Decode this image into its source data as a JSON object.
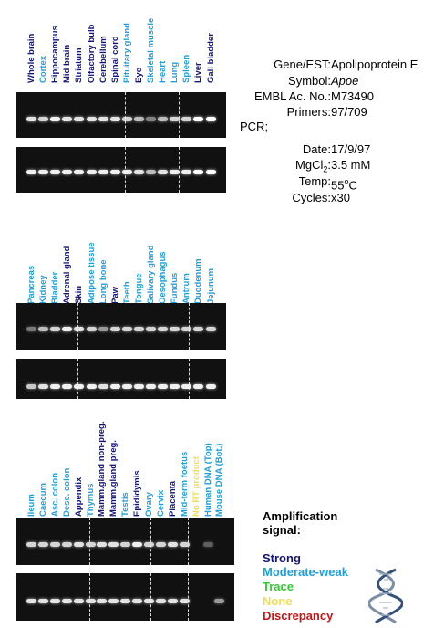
{
  "colors": {
    "strong": "#14147a",
    "moderate": "#1ea0dc",
    "trace": "#33cc33",
    "none": "#f0dc5a",
    "discrepancy": "#c81414"
  },
  "panels": [
    {
      "lanes": [
        {
          "name": "Whole brain",
          "signal": "strong",
          "row1": 0.9,
          "row2": 0.95
        },
        {
          "name": "Cortex",
          "signal": "moderate",
          "row1": 0.85,
          "row2": 0.95
        },
        {
          "name": "Hippocampus",
          "signal": "strong",
          "row1": 0.95,
          "row2": 0.95
        },
        {
          "name": "Mid brain",
          "signal": "strong",
          "row1": 0.9,
          "row2": 0.95
        },
        {
          "name": "Striatum",
          "signal": "strong",
          "row1": 0.9,
          "row2": 0.95
        },
        {
          "name": "Olfactory bulb",
          "signal": "strong",
          "row1": 0.9,
          "row2": 0.95
        },
        {
          "name": "Cerebellum",
          "signal": "strong",
          "row1": 0.9,
          "row2": 0.95
        },
        {
          "name": "Spinal cord",
          "signal": "strong",
          "row1": 0.9,
          "row2": 0.95
        },
        {
          "name": "Pituitary gland",
          "signal": "moderate",
          "row1": 0.85,
          "row2": 0.95
        },
        {
          "name": "Eye",
          "signal": "strong",
          "row1": 0.75,
          "row2": 0.9
        },
        {
          "name": "Skeletal muscle",
          "signal": "moderate",
          "row1": 0.5,
          "row2": 0.75
        },
        {
          "name": "Heart",
          "signal": "moderate",
          "row1": 0.75,
          "row2": 0.9
        },
        {
          "name": "Lung",
          "signal": "moderate",
          "row1": 0.85,
          "row2": 0.95
        },
        {
          "name": "Spleen",
          "signal": "moderate",
          "row1": 0.85,
          "row2": 0.95
        },
        {
          "name": "Liver",
          "signal": "strong",
          "row1": 1.0,
          "row2": 1.0
        },
        {
          "name": "Gall bladder",
          "signal": "strong",
          "row1": 1.0,
          "row2": 1.0
        }
      ]
    },
    {
      "lanes": [
        {
          "name": "Pancreas",
          "signal": "moderate",
          "row1": 0.45,
          "row2": 0.8
        },
        {
          "name": "Kidney",
          "signal": "moderate",
          "row1": 0.75,
          "row2": 0.9
        },
        {
          "name": "Bladder",
          "signal": "moderate",
          "row1": 0.85,
          "row2": 0.95
        },
        {
          "name": "Adrenal gland",
          "signal": "strong",
          "row1": 0.95,
          "row2": 0.95
        },
        {
          "name": "Skin",
          "signal": "strong",
          "row1": 0.9,
          "row2": 0.95
        },
        {
          "name": "Adipose tissue",
          "signal": "moderate",
          "row1": 0.85,
          "row2": 0.95
        },
        {
          "name": "Long bone",
          "signal": "moderate",
          "row1": 0.6,
          "row2": 0.9
        },
        {
          "name": "Paw",
          "signal": "strong",
          "row1": 0.85,
          "row2": 0.95
        },
        {
          "name": "Teeth",
          "signal": "moderate",
          "row1": 0.85,
          "row2": 0.95
        },
        {
          "name": "Tongue",
          "signal": "moderate",
          "row1": 0.85,
          "row2": 0.95
        },
        {
          "name": "Salivary gland",
          "signal": "moderate",
          "row1": 0.85,
          "row2": 0.95
        },
        {
          "name": "Oesophagus",
          "signal": "moderate",
          "row1": 0.85,
          "row2": 0.95
        },
        {
          "name": "Fundus",
          "signal": "moderate",
          "row1": 0.85,
          "row2": 0.95
        },
        {
          "name": "Antrum",
          "signal": "moderate",
          "row1": 0.85,
          "row2": 0.95
        },
        {
          "name": "Duodenum",
          "signal": "moderate",
          "row1": 0.85,
          "row2": 0.95
        },
        {
          "name": "Jejunum",
          "signal": "moderate",
          "row1": 0.85,
          "row2": 0.95
        }
      ]
    },
    {
      "lanes": [
        {
          "name": "Ileum",
          "signal": "moderate",
          "row1": 0.85,
          "row2": 0.9
        },
        {
          "name": "Caecum",
          "signal": "moderate",
          "row1": 0.85,
          "row2": 0.9
        },
        {
          "name": "Asc. colon",
          "signal": "moderate",
          "row1": 0.85,
          "row2": 0.9
        },
        {
          "name": "Desc. colon",
          "signal": "moderate",
          "row1": 0.85,
          "row2": 0.9
        },
        {
          "name": "Appendix",
          "signal": "strong",
          "row1": 0.9,
          "row2": 0.9
        },
        {
          "name": "Thymus",
          "signal": "moderate",
          "row1": 0.85,
          "row2": 0.9
        },
        {
          "name": "Mamm.gland non-preg.",
          "signal": "strong",
          "row1": 0.9,
          "row2": 0.9
        },
        {
          "name": "Mamm.gland preg.",
          "signal": "strong",
          "row1": 0.9,
          "row2": 0.9
        },
        {
          "name": "Testis",
          "signal": "moderate",
          "row1": 0.85,
          "row2": 0.9
        },
        {
          "name": "Epididymis",
          "signal": "strong",
          "row1": 0.95,
          "row2": 0.9
        },
        {
          "name": "Ovary",
          "signal": "moderate",
          "row1": 0.85,
          "row2": 0.9
        },
        {
          "name": "Cervix",
          "signal": "moderate",
          "row1": 0.85,
          "row2": 0.9
        },
        {
          "name": "Placenta",
          "signal": "strong",
          "row1": 0.9,
          "row2": 0.9
        },
        {
          "name": "Mid-term foetus",
          "signal": "moderate",
          "row1": 0.85,
          "row2": 0.9
        },
        {
          "name": "No RT product",
          "signal": "none",
          "row1": 0,
          "row2": 0
        },
        {
          "name": "Human DNA (Top)",
          "signal": "moderate",
          "row1": 0.3,
          "row2": 0
        },
        {
          "name": "Mouse DNA (Bot.)",
          "signal": "moderate",
          "row1": 0,
          "row2": 0.6
        }
      ]
    }
  ],
  "info": [
    {
      "key": "Gene/EST:",
      "value": "Apolipoprotein E"
    },
    {
      "key": "Symbol:",
      "value": "Apoe"
    },
    {
      "key": "EMBL Ac. No.:",
      "value": "M73490"
    },
    {
      "key": "Primers:",
      "value": "97/709"
    },
    {
      "key": "PCR;",
      "value": ""
    },
    {
      "key": "Date:",
      "value": "17/9/97"
    },
    {
      "key": "MgCl",
      "sub": "2",
      "key_tail": ":",
      "value": "3.5 mM"
    },
    {
      "key": "Temp:",
      "value": "55",
      "sup": "o",
      "value_tail": "C"
    },
    {
      "key": "Cycles:",
      "value": "x30"
    }
  ],
  "legend": {
    "title_line1": "Amplification",
    "title_line2": "signal:",
    "items": [
      {
        "label": "Strong",
        "color": "#14147a"
      },
      {
        "label": "Moderate-weak",
        "color": "#1ea0dc"
      },
      {
        "label": "Trace",
        "color": "#33cc33"
      },
      {
        "label": "None",
        "color": "#f0dc5a"
      },
      {
        "label": "Discrepancy",
        "color": "#c81414"
      }
    ]
  }
}
